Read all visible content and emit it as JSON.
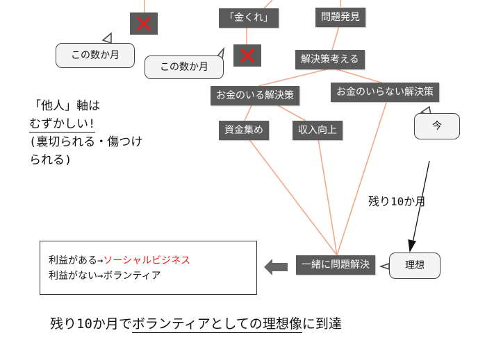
{
  "nodes": {
    "kane_kure": "「金くれ」",
    "mondai_hakken": "問題発見",
    "kaiketsusaku": "解決策考える",
    "okane_iru": "お金のいる解決策",
    "okane_iranai": "お金のいらない解決策",
    "shikin_atsume": "資金集め",
    "shunyu_kojo": "収入向上",
    "issho_kaiketsu": "一緒に問題解決"
  },
  "bubbles": {
    "kono_sukagetsu_1": "この数か月",
    "kono_sukagetsu_2": "この数か月",
    "ima": "今",
    "riso": "理想"
  },
  "notes": {
    "tanin_line1": "「他人」軸は",
    "tanin_line2": "むずかしい!",
    "tanin_line3": "(裏切られる・傷つけ",
    "tanin_line4": "られる)",
    "nokori": "残り10か月"
  },
  "result_box": {
    "line1_prefix": "利益がある→",
    "line1_highlight": "ソーシャルビジネス",
    "line2": "利益がない→ボランティア"
  },
  "bottom": {
    "prefix": "残り10か月で",
    "underlined": "ボランティアとしての",
    "middle": "理想",
    "underlined2": "像",
    "suffix": "に到達"
  },
  "colors": {
    "node_bg": "#5a5a5a",
    "connector": "#f2a88a",
    "x_mark": "#e02020",
    "highlight_text": "#e02020"
  }
}
